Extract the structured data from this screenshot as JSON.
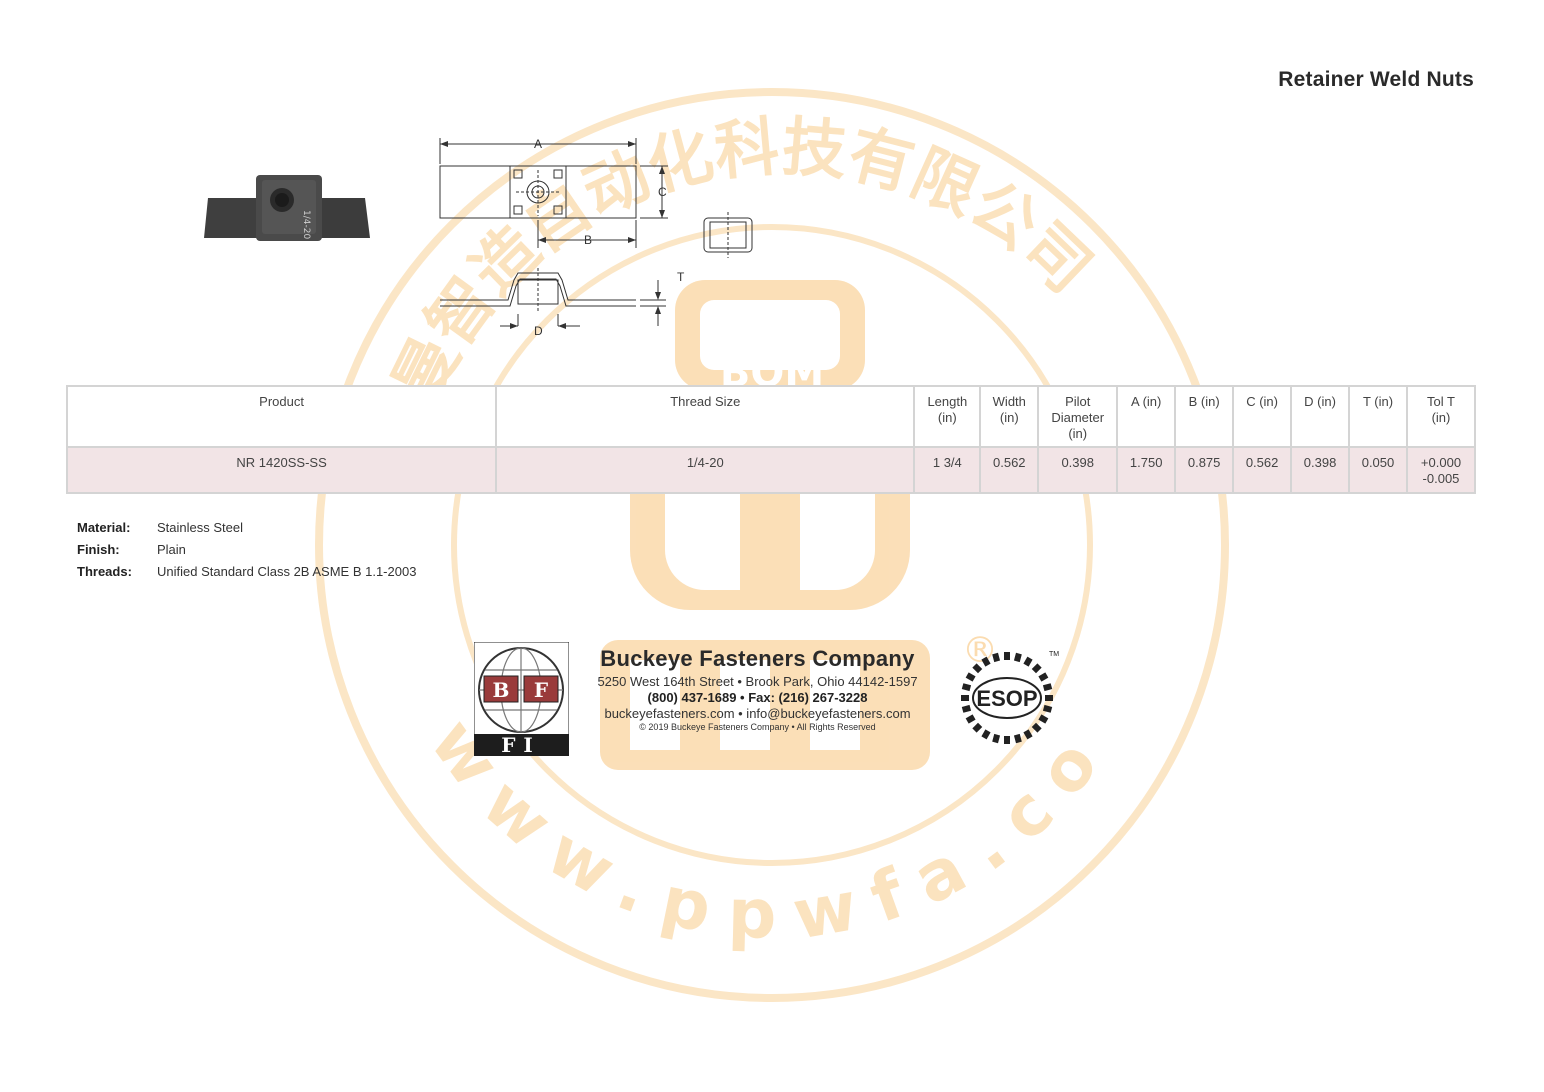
{
  "title": "Retainer Weld Nuts",
  "drawing": {
    "labels": {
      "a": "A",
      "b": "B",
      "c": "C",
      "d": "D",
      "t": "T"
    },
    "photo_marking": "1/4-20"
  },
  "table": {
    "headers": [
      [
        "Product"
      ],
      [
        "Thread Size"
      ],
      [
        "Length",
        "(in)"
      ],
      [
        "Width",
        "(in)"
      ],
      [
        "Pilot",
        "Diameter",
        "(in)"
      ],
      [
        "A (in)"
      ],
      [
        "B (in)"
      ],
      [
        "C (in)"
      ],
      [
        "D (in)"
      ],
      [
        "T (in)"
      ],
      [
        "Tol T",
        "(in)"
      ]
    ],
    "rows": [
      [
        "NR 1420SS-SS",
        "1/4-20",
        "1 3/4",
        "0.562",
        "0.398",
        "1.750",
        "0.875",
        "0.562",
        "0.398",
        "0.050",
        "+0.000\n-0.005"
      ]
    ]
  },
  "specs": {
    "material": {
      "label": "Material:",
      "value": "Stainless Steel"
    },
    "finish": {
      "label": "Finish:",
      "value": "Plain"
    },
    "threads": {
      "label": "Threads:",
      "value": "Unified Standard Class 2B ASME B 1.1-2003"
    }
  },
  "company": {
    "name": "Buckeye Fasteners Company",
    "address": "5250 West 164th Street • Brook Park, Ohio 44142-1597",
    "phone": "(800) 437-1689 • Fax: (216) 267-3228",
    "web": "buckeyefasteners.com • info@buckeyefasteners.com",
    "copyright": "© 2019 Buckeye Fasteners Company • All Rights Reserved",
    "logo_letters": {
      "b": "B",
      "f": "F",
      "fi": "FI"
    },
    "esop": {
      "text": "ESOP",
      "tm": "TM"
    }
  },
  "watermark": {
    "top_text": "华曼智造自动化科技有限公司",
    "bottom_text": "www.ppwfa.com",
    "logo_text": "BOM",
    "registered": "®",
    "color": "#fbe3bf"
  }
}
